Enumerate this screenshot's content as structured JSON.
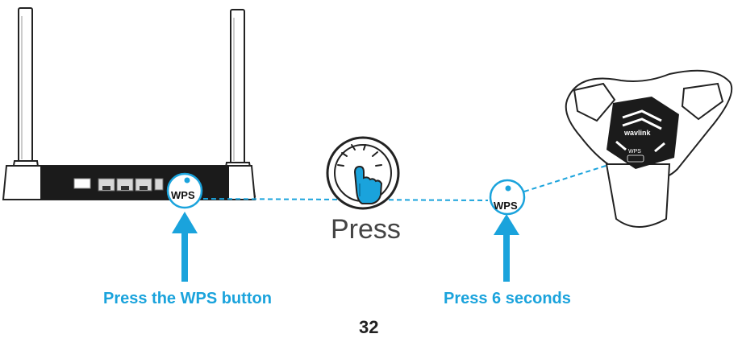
{
  "router": {
    "wps_label": "WPS"
  },
  "center": {
    "press_label": "Press"
  },
  "extender": {
    "brand": "wavlink",
    "body_wps_label": "WPS",
    "wps_label": "WPS"
  },
  "captions": {
    "left": "Press the WPS button",
    "right": "Press 6 seconds"
  },
  "page_number": "32",
  "colors": {
    "accent": "#1aa3dc",
    "device_dark": "#1b1b1b",
    "outline": "#222222"
  },
  "icons": [
    "finger-press-icon",
    "arrow-up-icon"
  ]
}
